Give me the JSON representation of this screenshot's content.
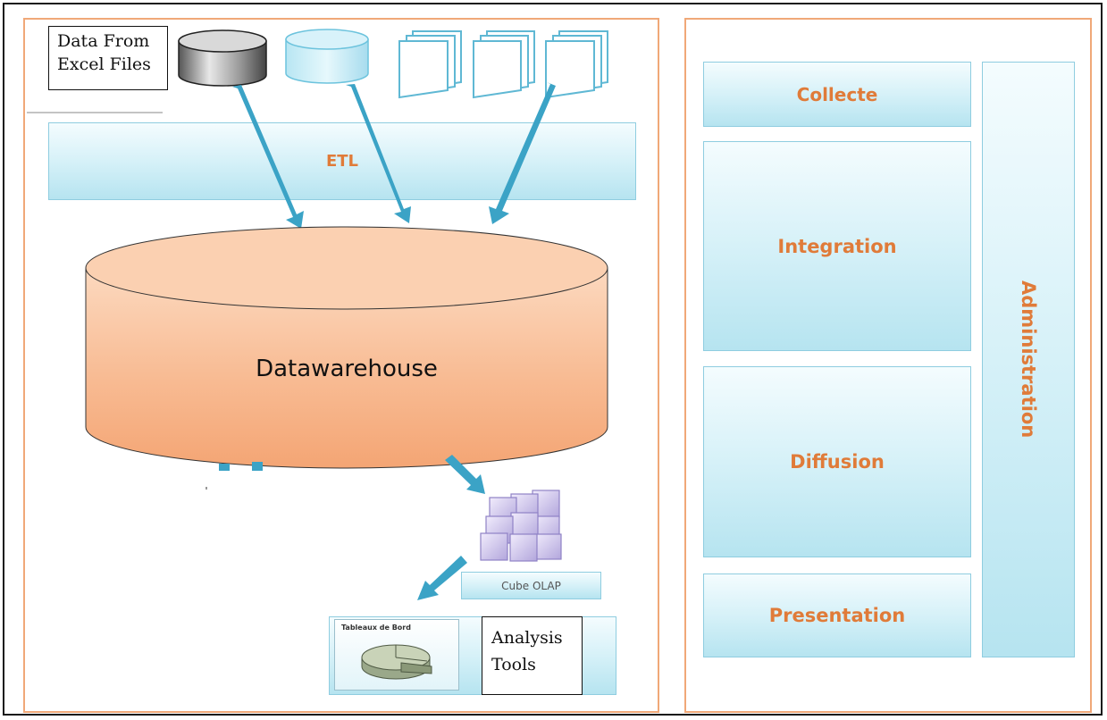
{
  "source": {
    "label_line1": "Data From",
    "label_line2": "Excel Files"
  },
  "etl": {
    "label": "ETL"
  },
  "warehouse": {
    "label": "Datawarehouse"
  },
  "cube": {
    "label": "Cube OLAP"
  },
  "dashboard": {
    "label": "Tableaux de Bord"
  },
  "analysis": {
    "label_line1": "Analysis",
    "label_line2": "Tools"
  },
  "layers": {
    "collecte": "Collecte",
    "integration": "Integration",
    "diffusion": "Diffusion",
    "presentation": "Presentation",
    "administration": "Administration"
  },
  "colors": {
    "panel_border": "#f0a878",
    "label_orange": "#e07b39",
    "arrow_teal": "#3ba3c6",
    "warehouse_orange": "#f7b48a"
  }
}
